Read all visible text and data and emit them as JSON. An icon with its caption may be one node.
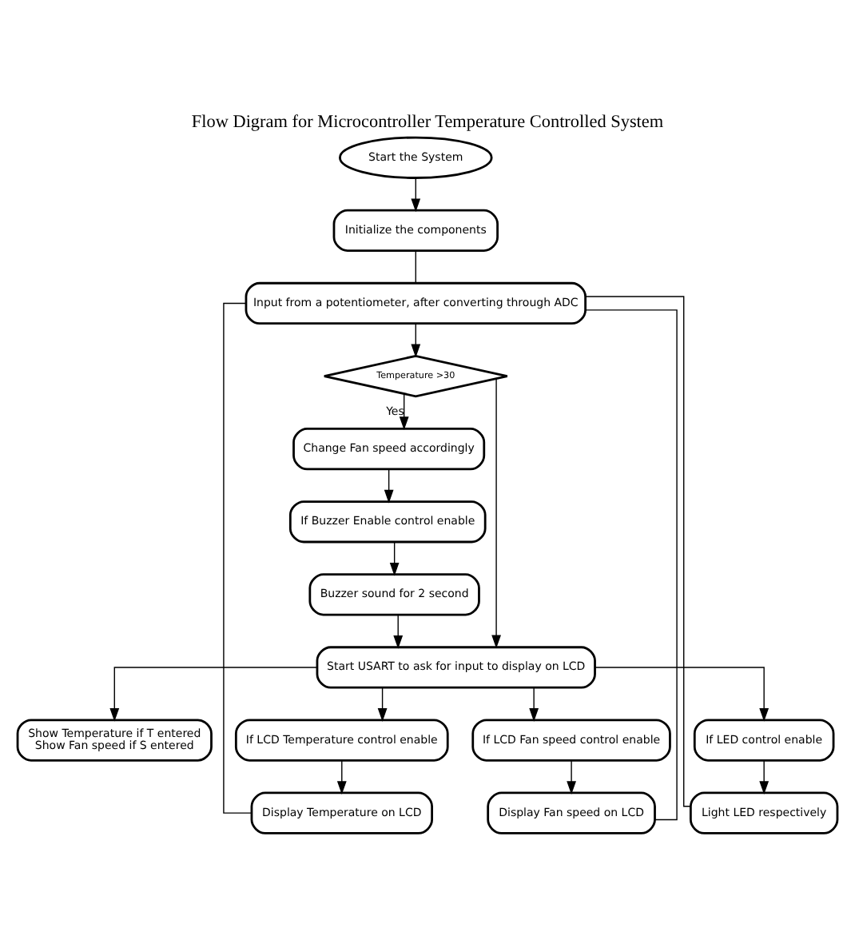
{
  "diagram": {
    "title": "Flow Digram for Microcontroller Temperature Controlled System",
    "nodes": [
      {
        "text": [
          "Start the System"
        ]
      },
      {
        "text": [
          "Initialize the components"
        ]
      },
      {
        "text": [
          "Input from a potentiometer, after converting through ADC"
        ]
      },
      {
        "text": [
          "Temperature >30"
        ]
      },
      {
        "text": [
          "Change Fan speed accordingly"
        ]
      },
      {
        "text": [
          "If Buzzer Enable control enable"
        ]
      },
      {
        "text": [
          "Buzzer sound for 2 second"
        ]
      },
      {
        "text": [
          "Start USART to ask for input to display on LCD"
        ]
      },
      {
        "text": [
          "Show Temperature if T entered",
          "Show Fan speed if S entered"
        ]
      },
      {
        "text": [
          "If LCD Temperature control enable"
        ]
      },
      {
        "text": [
          "If LCD Fan speed control enable"
        ]
      },
      {
        "text": [
          "If LED control enable"
        ]
      },
      {
        "text": [
          "Display Temperature on LCD"
        ]
      },
      {
        "text": [
          "Display Fan speed on LCD"
        ]
      },
      {
        "text": [
          "Light LED respectively"
        ]
      }
    ],
    "edges": [
      {
        "from": 0,
        "to": 1,
        "arrow": "to"
      },
      {
        "from": 1,
        "to": 2,
        "arrow": "none"
      },
      {
        "from": 2,
        "to": 3,
        "arrow": "to"
      },
      {
        "from": 3,
        "to": 4,
        "arrow": "to",
        "label": "Yes"
      },
      {
        "from": 4,
        "to": 5,
        "arrow": "to"
      },
      {
        "from": 5,
        "to": 6,
        "arrow": "to"
      },
      {
        "from": 6,
        "to": 7,
        "arrow": "to"
      },
      {
        "from": 3,
        "to": 7,
        "arrow": "to"
      },
      {
        "from": 7,
        "to": 8,
        "arrow": "to"
      },
      {
        "from": 7,
        "to": 9,
        "arrow": "to"
      },
      {
        "from": 7,
        "to": 10,
        "arrow": "to"
      },
      {
        "from": 7,
        "to": 11,
        "arrow": "to"
      },
      {
        "from": 9,
        "to": 12,
        "arrow": "to"
      },
      {
        "from": 10,
        "to": 13,
        "arrow": "to"
      },
      {
        "from": 11,
        "to": 14,
        "arrow": "to"
      },
      {
        "from": 12,
        "to": 2,
        "arrow": "none"
      },
      {
        "from": 13,
        "to": 2,
        "arrow": "none"
      },
      {
        "from": 14,
        "to": 2,
        "arrow": "none"
      }
    ]
  }
}
